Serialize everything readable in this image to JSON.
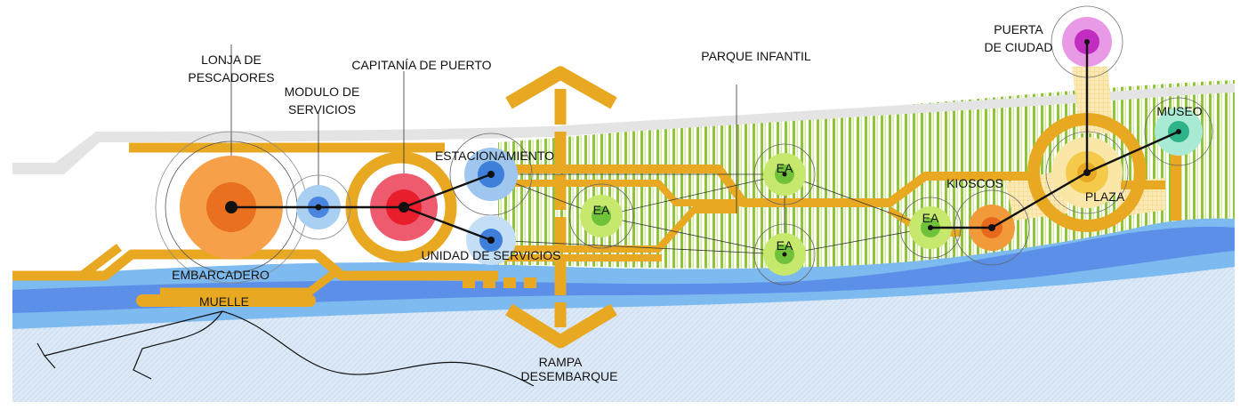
{
  "diagram": {
    "labels": {
      "lonja_1": "LONJA DE",
      "lonja_2": "PESCADORES",
      "modulo_1": "MODULO DE",
      "modulo_2": "SERVICIOS",
      "capitania": "CAPITANÍA DE PUERTO",
      "parque": "PARQUE INFANTIL",
      "puerta_1": "PUERTA",
      "puerta_2": "DE CIUDAD",
      "museo": "MUSEO",
      "estacionamiento": "ESTACIONAMIENTO",
      "kioscos": "KIOSCOS",
      "plaza": "PLAZA",
      "embarcadero": "EMBARCADERO",
      "unidad": "UNIDAD DE SERVICIOS",
      "muelle": "MUELLE",
      "rampa_1": "RAMPA",
      "rampa_2": "DESEMBARQUE",
      "ea": "EA"
    },
    "colors": {
      "path": "#e8a821",
      "sea_dark": "#5b8fe8",
      "sea_mid": "#7cb7ef",
      "sea_light": "#dbe9f6",
      "green_stripe": "#9ccc3a",
      "road_gray": "#e4e4e4",
      "lonja": "#f7a04a",
      "capitania": "#ef5b6e",
      "modulo": "#9ec6ee",
      "ea": "#b9e05a",
      "kiosco": "#f29a3a",
      "plaza": "#f5c94a",
      "museo": "#8ee0c4",
      "puerta": "#dd55d6"
    }
  }
}
